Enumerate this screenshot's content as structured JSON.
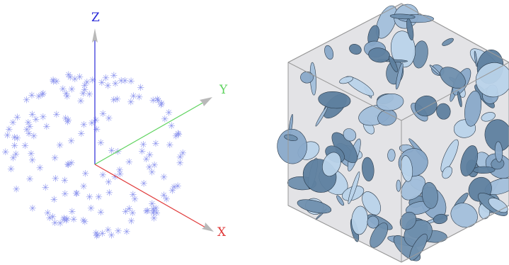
{
  "axes": {
    "z": {
      "label": "Z",
      "color": "#2a2ad8"
    },
    "y": {
      "label": "Y",
      "color": "#5fd35f"
    },
    "x": {
      "label": "X",
      "color": "#e03a3a"
    },
    "arrowhead_color": "#b9b9b9"
  },
  "point_cloud": {
    "marker": "✳",
    "color": "#8f97ee",
    "description": "orientation normals scattered on a sphere"
  },
  "cube": {
    "face_color": "#e3e3e6",
    "edge_color": "#9a9a9a",
    "disc_colors": [
      "#6f8fae",
      "#89a9c9",
      "#b9d3ea",
      "#5e7f9f",
      "#a2bfdb"
    ],
    "disc_stroke": "#2a3a4a"
  }
}
